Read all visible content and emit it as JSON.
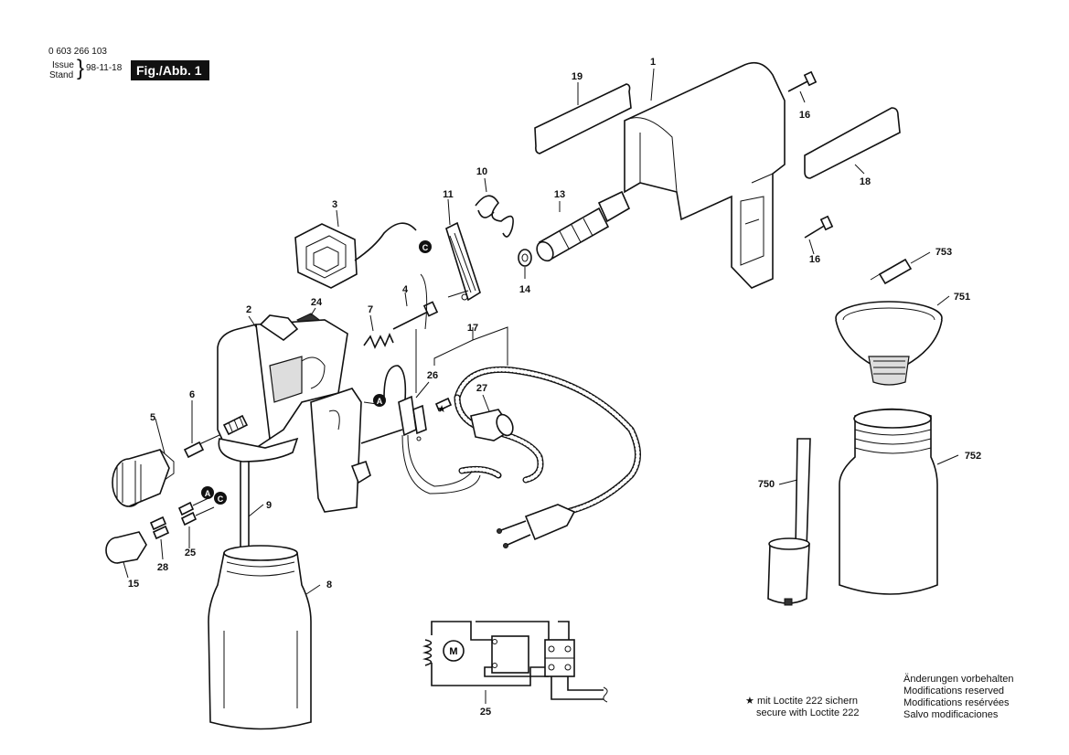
{
  "header": {
    "part_number": "0 603 266 103",
    "issue_label": "Issue",
    "stand_label": "Stand",
    "issue_date": "98-11-18",
    "fig_label": "Fig./Abb. 1"
  },
  "callouts": {
    "c1": "1",
    "c2": "2",
    "c3": "3",
    "c4": "4",
    "c5": "5",
    "c6": "6",
    "c7": "7",
    "c8": "8",
    "c9": "9",
    "c10": "10",
    "c11": "11",
    "c13": "13",
    "c14": "14",
    "c15": "15",
    "c16a": "16",
    "c16b": "16",
    "c17": "17",
    "c18": "18",
    "c19": "19",
    "c24": "24",
    "c25a": "25",
    "c25b": "25",
    "c26": "26",
    "c27": "27",
    "c28": "28",
    "c750": "750",
    "c751": "751",
    "c752": "752",
    "c753": "753"
  },
  "connectors": {
    "a1": "A",
    "a2": "A",
    "c1": "C",
    "c2": "C",
    "m": "M"
  },
  "notes": {
    "loctite_star": "★",
    "loctite_de": "mit Loctite 222 sichern",
    "loctite_en": "secure with Loctite 222",
    "mod_de": "Änderungen vorbehalten",
    "mod_en": "Modifications reserved",
    "mod_fr": "Modifications resérvées",
    "mod_es": "Salvo modificaciones"
  }
}
